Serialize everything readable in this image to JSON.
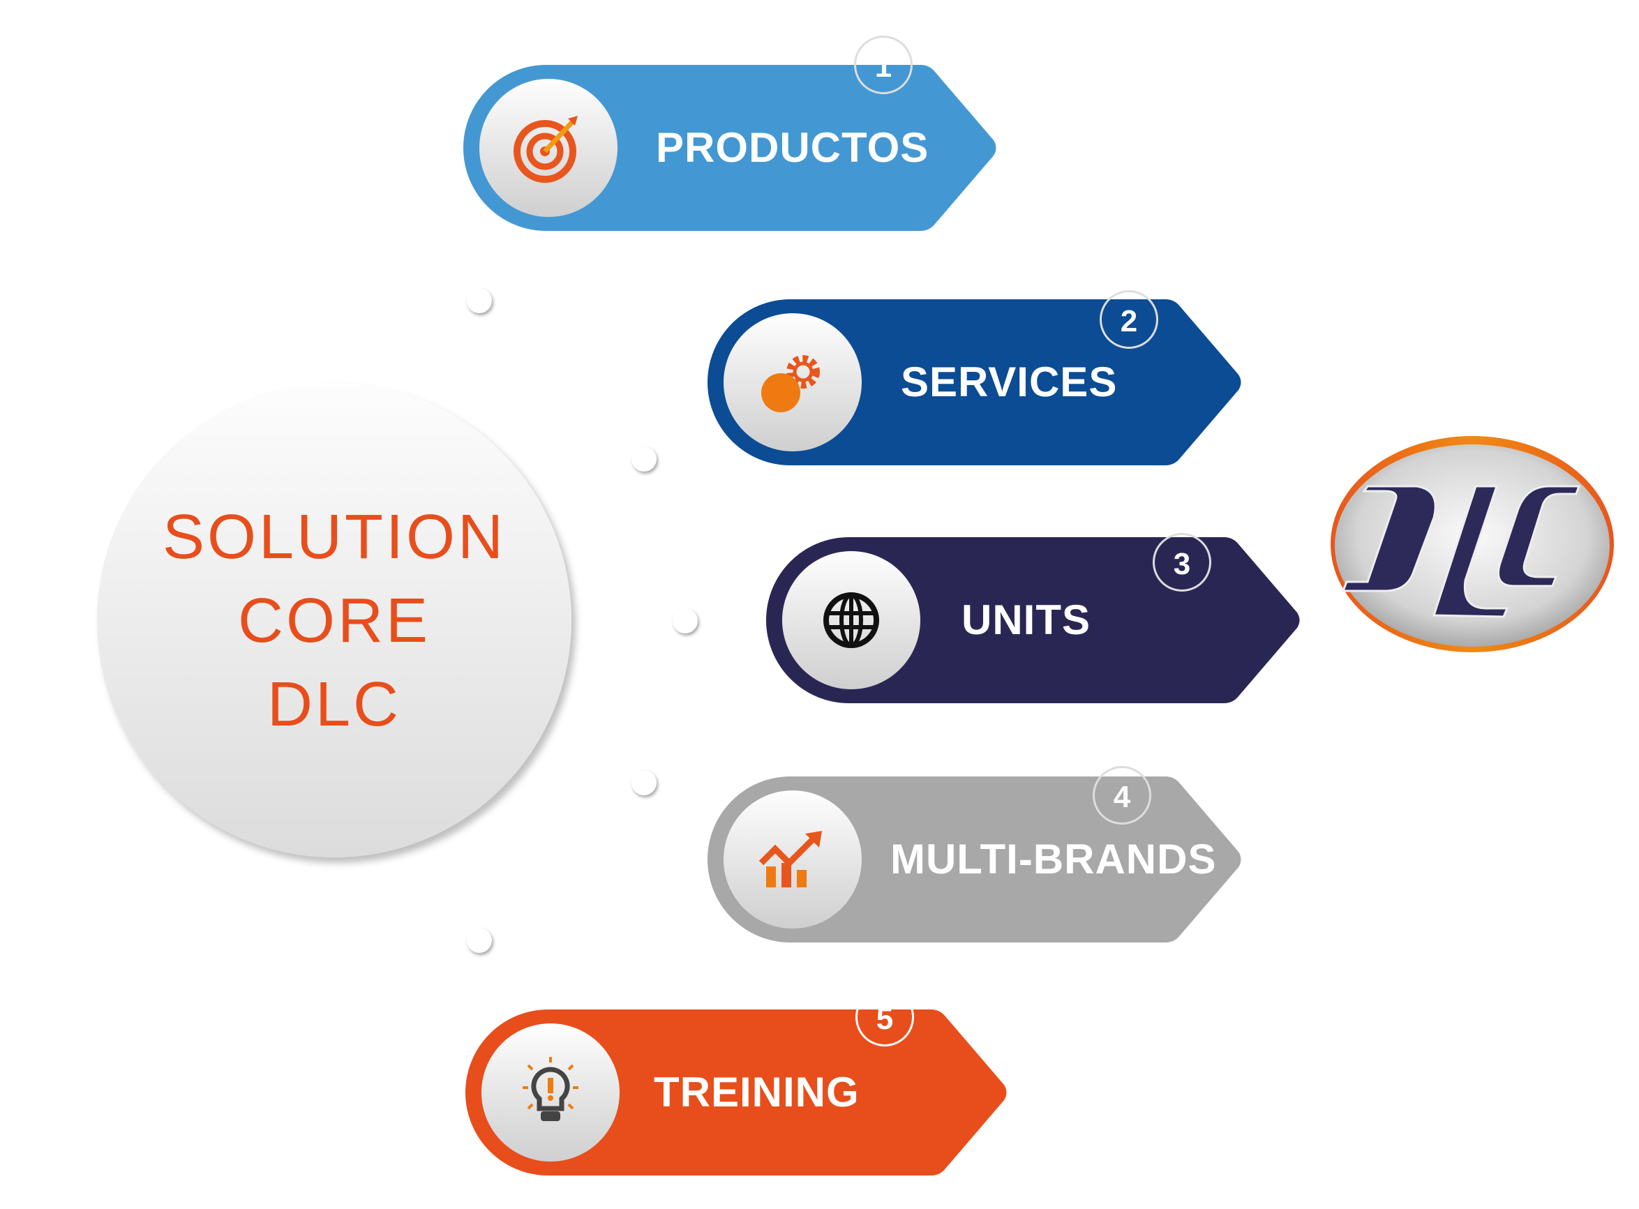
{
  "core": {
    "lines": [
      "SOLUTION",
      "CORE",
      "DLC"
    ]
  },
  "banners": [
    {
      "number": "1",
      "label": "PRODUCTOS",
      "color": "#4398d3",
      "icon": "target-icon"
    },
    {
      "number": "2",
      "label": "SERVICES",
      "color": "#0b4c94",
      "icon": "gear-icon"
    },
    {
      "number": "3",
      "label": "UNITS",
      "color": "#2a2654",
      "icon": "globe-icon"
    },
    {
      "number": "4",
      "label": "MULTI-BRANDS",
      "color": "#a7a8a7",
      "icon": "growth-chart-icon"
    },
    {
      "number": "5",
      "label": "TREINING",
      "color": "#e84e1b",
      "icon": "lightbulb-icon"
    }
  ],
  "logo": {
    "text": "DLC"
  },
  "colors": {
    "accent": "#e84e1b",
    "navy": "#2a2654"
  }
}
